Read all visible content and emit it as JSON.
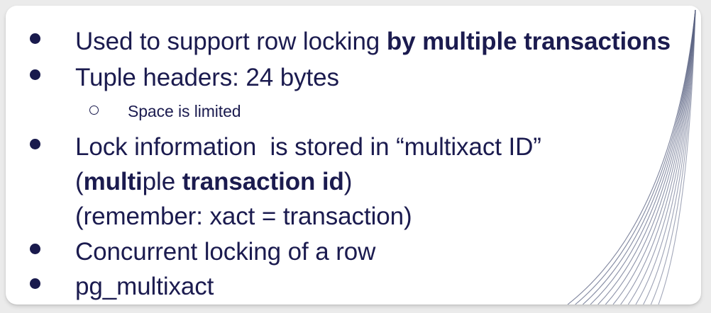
{
  "slide": {
    "background_color": "#ebebeb",
    "card_color": "#ffffff",
    "text_color": "#1b1b4f",
    "accent_color": "#191a4d",
    "decor_line_color": "#5a6282",
    "bullets": [
      {
        "level": 1,
        "marker": "filled-disc",
        "segments": [
          {
            "text": "Used to support row locking ",
            "bold": false
          },
          {
            "text": "by multiple transactions",
            "bold": true
          }
        ]
      },
      {
        "level": 1,
        "marker": "filled-disc",
        "segments": [
          {
            "text": "Tuple headers: 24 bytes",
            "bold": false
          }
        ]
      },
      {
        "level": 2,
        "marker": "hollow-circle",
        "segments": [
          {
            "text": "Space is limited",
            "bold": false
          }
        ]
      },
      {
        "level": 1,
        "marker": "filled-disc",
        "segments": [
          {
            "text": "Lock information  is stored in “multixact ID”\n(",
            "bold": false
          },
          {
            "text": "multi",
            "bold": true
          },
          {
            "text": "ple ",
            "bold": false
          },
          {
            "text": "transaction id",
            "bold": true
          },
          {
            "text": ")\n(remember: xact = transaction)",
            "bold": false
          }
        ]
      },
      {
        "level": 1,
        "marker": "filled-disc",
        "segments": [
          {
            "text": "Concurrent locking of a row",
            "bold": false
          }
        ]
      },
      {
        "level": 1,
        "marker": "filled-disc",
        "segments": [
          {
            "text": "pg_multixact",
            "bold": false
          }
        ]
      }
    ],
    "decoration": {
      "name": "curved-line-fan",
      "line_count": 13,
      "position": "bottom-right"
    }
  }
}
